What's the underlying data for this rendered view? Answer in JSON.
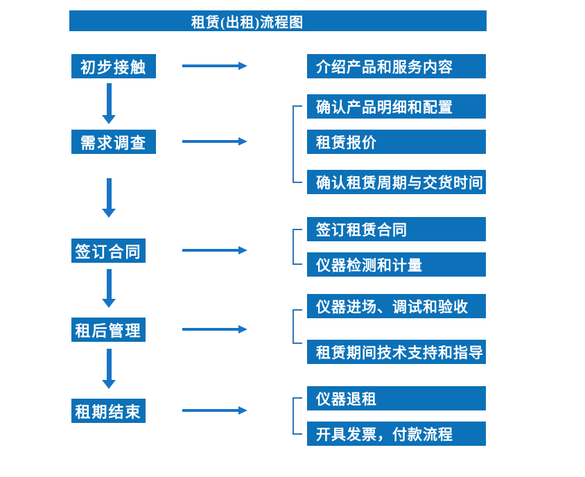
{
  "title": "租赁(出租)流程图",
  "colors": {
    "box_blue": "#0C71B8",
    "arrow_blue": "#1874C6",
    "bracket_blue": "#2E75B6",
    "text": "#FFFFFF",
    "background": "#FFFFFF"
  },
  "stages": [
    {
      "label": "初步接触",
      "details": [
        "介绍产品和服务内容"
      ]
    },
    {
      "label": "需求调查",
      "details": [
        "确认产品明细和配置",
        "租赁报价",
        "确认租赁周期与交货时间"
      ]
    },
    {
      "label": "签订合同",
      "details": [
        "签订租赁合同",
        "仪器检测和计量"
      ]
    },
    {
      "label": "租后管理",
      "details": [
        "仪器进场、调试和验收",
        "租赁期间技术支持和指导"
      ]
    },
    {
      "label": "租期结束",
      "details": [
        "仪器退租",
        "开具发票，付款流程"
      ]
    }
  ]
}
